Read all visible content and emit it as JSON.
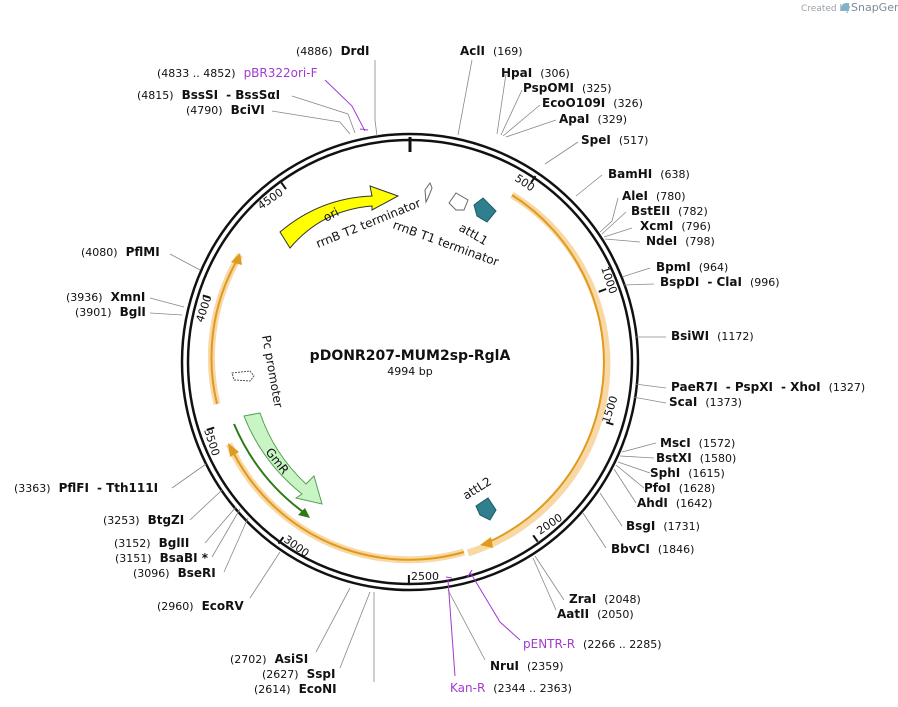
{
  "branding": {
    "created_by": "Created by",
    "product": "SnapGene"
  },
  "plasmid": {
    "name": "pDONR207-MUM2sp-RglA",
    "length": "4994 bp"
  },
  "ticks": [
    "500",
    "1000",
    "1500",
    "2000",
    "2500",
    "3000",
    "3500",
    "4000",
    "4500"
  ],
  "features": [
    {
      "label": "ori"
    },
    {
      "label": "rrnB T2 terminator"
    },
    {
      "label": "rrnB T1 terminator"
    },
    {
      "label": "attL1"
    },
    {
      "label": "attL2"
    },
    {
      "label": "Pc promoter"
    },
    {
      "label": "GmR"
    }
  ],
  "sites": [
    {
      "parts": [
        {
          "pos": "(4886)"
        },
        {
          "name": "DrdI"
        }
      ]
    },
    {
      "parts": [
        {
          "name": "AclI"
        },
        {
          "pos": "(169)"
        }
      ]
    },
    {
      "parts": [
        {
          "pos": "(4833 .. 4852)"
        },
        {
          "prim": "pBR322ori-F"
        }
      ]
    },
    {
      "parts": [
        {
          "name": "HpaI"
        },
        {
          "pos": "(306)"
        }
      ]
    },
    {
      "parts": [
        {
          "name": "PspOMI"
        },
        {
          "pos": "(325)"
        }
      ]
    },
    {
      "parts": [
        {
          "pos": "(4815)"
        },
        {
          "name": "BssSI"
        },
        {
          "name": "- BssSαI"
        }
      ]
    },
    {
      "parts": [
        {
          "name": "EcoO109I"
        },
        {
          "pos": "(326)"
        }
      ]
    },
    {
      "parts": [
        {
          "pos": "(4790)"
        },
        {
          "name": "BciVI"
        }
      ]
    },
    {
      "parts": [
        {
          "name": "ApaI"
        },
        {
          "pos": "(329)"
        }
      ]
    },
    {
      "parts": [
        {
          "name": "SpeI"
        },
        {
          "pos": "(517)"
        }
      ]
    },
    {
      "parts": [
        {
          "name": "BamHI"
        },
        {
          "pos": "(638)"
        }
      ]
    },
    {
      "parts": [
        {
          "name": "AleI"
        },
        {
          "pos": "(780)"
        }
      ]
    },
    {
      "parts": [
        {
          "name": "BstEII"
        },
        {
          "pos": "(782)"
        }
      ]
    },
    {
      "parts": [
        {
          "name": "XcmI"
        },
        {
          "pos": "(796)"
        }
      ]
    },
    {
      "parts": [
        {
          "name": "NdeI"
        },
        {
          "pos": "(798)"
        }
      ]
    },
    {
      "parts": [
        {
          "pos": "(4080)"
        },
        {
          "name": "PflMI"
        }
      ]
    },
    {
      "parts": [
        {
          "name": "BpmI"
        },
        {
          "pos": "(964)"
        }
      ]
    },
    {
      "parts": [
        {
          "name": "BspDI"
        },
        {
          "name": "- ClaI"
        },
        {
          "pos": "(996)"
        }
      ]
    },
    {
      "parts": [
        {
          "pos": "(3936)"
        },
        {
          "name": "XmnI"
        }
      ]
    },
    {
      "parts": [
        {
          "pos": "(3901)"
        },
        {
          "name": "BglI"
        }
      ]
    },
    {
      "parts": [
        {
          "name": "BsiWI"
        },
        {
          "pos": "(1172)"
        }
      ]
    },
    {
      "parts": [
        {
          "name": "PaeR7I"
        },
        {
          "name": "- PspXI"
        },
        {
          "name": "- XhoI"
        },
        {
          "pos": "(1327)"
        }
      ]
    },
    {
      "parts": [
        {
          "name": "ScaI"
        },
        {
          "pos": "(1373)"
        }
      ]
    },
    {
      "parts": [
        {
          "name": "MscI"
        },
        {
          "pos": "(1572)"
        }
      ]
    },
    {
      "parts": [
        {
          "name": "BstXI"
        },
        {
          "pos": "(1580)"
        }
      ]
    },
    {
      "parts": [
        {
          "name": "SphI"
        },
        {
          "pos": "(1615)"
        }
      ]
    },
    {
      "parts": [
        {
          "name": "PfoI"
        },
        {
          "pos": "(1628)"
        }
      ]
    },
    {
      "parts": [
        {
          "pos": "(3363)"
        },
        {
          "name": "PflFI"
        },
        {
          "name": "- Tth111I"
        }
      ]
    },
    {
      "parts": [
        {
          "name": "AhdI"
        },
        {
          "pos": "(1642)"
        }
      ]
    },
    {
      "parts": [
        {
          "name": "BsgI"
        },
        {
          "pos": "(1731)"
        }
      ]
    },
    {
      "parts": [
        {
          "pos": "(3253)"
        },
        {
          "name": "BtgZI"
        }
      ]
    },
    {
      "parts": [
        {
          "name": "BbvCI"
        },
        {
          "pos": "(1846)"
        }
      ]
    },
    {
      "parts": [
        {
          "pos": "(3152)"
        },
        {
          "name": "BglII"
        }
      ]
    },
    {
      "parts": [
        {
          "pos": "(3151)"
        },
        {
          "name": "BsaBI *"
        }
      ]
    },
    {
      "parts": [
        {
          "pos": "(3096)"
        },
        {
          "name": "BseRI"
        }
      ]
    },
    {
      "parts": [
        {
          "pos": "(2960)"
        },
        {
          "name": "EcoRV"
        }
      ]
    },
    {
      "parts": [
        {
          "name": "ZraI"
        },
        {
          "pos": "(2048)"
        }
      ]
    },
    {
      "parts": [
        {
          "name": "AatII"
        },
        {
          "pos": "(2050)"
        }
      ]
    },
    {
      "parts": [
        {
          "prim": "pENTR-R"
        },
        {
          "pos": "(2266 .. 2285)"
        }
      ]
    },
    {
      "parts": [
        {
          "pos": "(2702)"
        },
        {
          "name": "AsiSI"
        }
      ]
    },
    {
      "parts": [
        {
          "name": "NruI"
        },
        {
          "pos": "(2359)"
        }
      ]
    },
    {
      "parts": [
        {
          "pos": "(2627)"
        },
        {
          "name": "SspI"
        }
      ]
    },
    {
      "parts": [
        {
          "pos": "(2614)"
        },
        {
          "name": "EcoNI"
        }
      ]
    },
    {
      "parts": [
        {
          "prim": "Kan-R"
        },
        {
          "pos": "(2344 .. 2363)"
        }
      ]
    }
  ]
}
